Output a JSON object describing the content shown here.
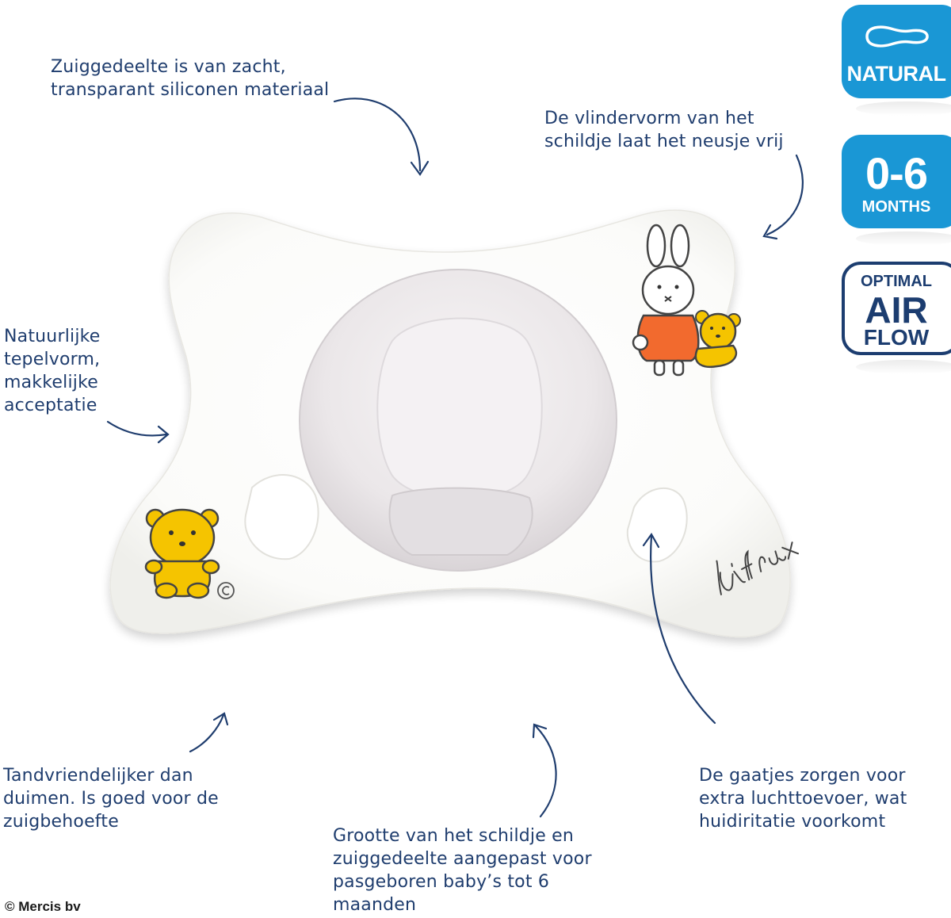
{
  "callouts": {
    "material": [
      "Zuiggedeelte is van zacht,",
      "transparant siliconen materiaal"
    ],
    "butterfly": [
      "De vlindervorm van het",
      "schildje laat het neusje vrij"
    ],
    "nipple": [
      "Natuurlijke",
      "tepelvorm,",
      "makkelijke",
      "acceptatie"
    ],
    "teeth": [
      "Tandvriendelijker dan",
      "duimen. Is goed voor de",
      "zuigbehoefte"
    ],
    "size": [
      "Grootte van het schildje en",
      "zuiggedeelte aangepast voor",
      "pasgeboren baby’s tot 6",
      "maanden"
    ],
    "holes": [
      "De gaatjes zorgen voor",
      "extra luchttoevoer, wat",
      "huidiritatie voorkomt"
    ]
  },
  "badges": {
    "natural": "NATURAL",
    "months_range": "0-6",
    "months_unit": "MONTHS",
    "air_line1": "OPTIMAL",
    "air_line2": "AIR",
    "air_line3": "FLOW"
  },
  "copyright": "© Mercis bv",
  "brand_signature": "difrax",
  "colors": {
    "text": "#1f3d6e",
    "badge_blue": "#1a97d5",
    "badge_navy": "#1c3d70",
    "miffy_dress": "#f26a2e",
    "bear_yellow": "#f5c400"
  },
  "icons": [
    "nipple-shape-icon",
    "miffy-illustration",
    "bear-illustration",
    "copyright-symbol"
  ]
}
